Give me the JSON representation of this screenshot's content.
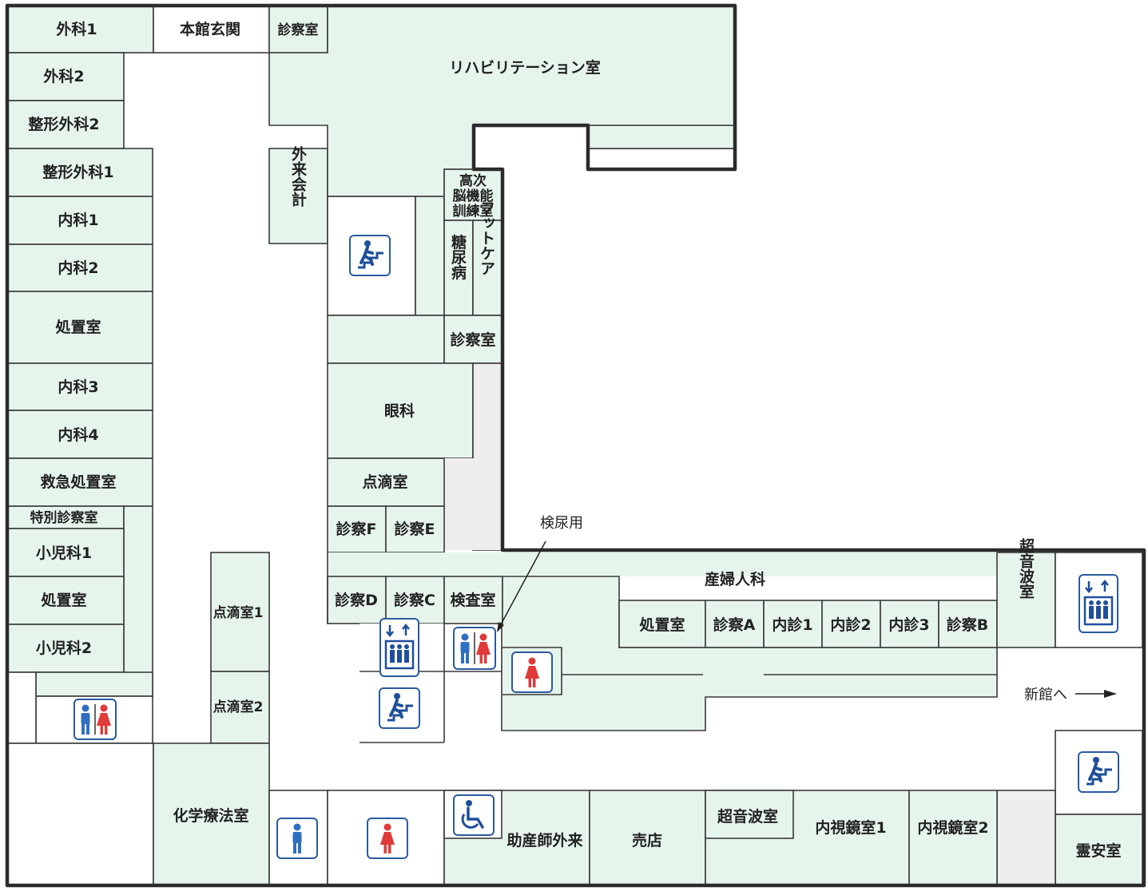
{
  "rooms": {
    "geka1": "外科1",
    "honkan_genkan": "本館玄関",
    "shinsatsu_top": "診察室",
    "rehab": "リハビリテーション室",
    "geka2": "外科2",
    "seikei2": "整形外科2",
    "seikei1": "整形外科1",
    "gairai_kaikei": "外来会計",
    "koji_noukinou": "高次脳機能訓練室",
    "tounyoubyou": "糖尿病",
    "footcare": "フットケア",
    "shinsatsu_mid": "診察室",
    "naika1": "内科1",
    "naika2": "内科2",
    "shochi1": "処置室",
    "naika3": "内科3",
    "naika4": "内科4",
    "ganka": "眼科",
    "kyukyu": "救急処置室",
    "tenteki": "点滴室",
    "tokubetsu": "特別診察室",
    "shinsatsu_f": "診察F",
    "shinsatsu_e": "診察E",
    "shounika1": "小児科1",
    "shochi2": "処置室",
    "shounika2": "小児科2",
    "tenteki1": "点滴室1",
    "tenteki2": "点滴室2",
    "shinsatsu_d": "診察D",
    "shinsatsu_c": "診察C",
    "kensa": "検査室",
    "sanfujinka": "産婦人科",
    "shochi3": "処置室",
    "shinsatsu_a": "診察A",
    "naishin1": "内診1",
    "naishin2": "内診2",
    "naishin3": "内診3",
    "shinsatsu_b": "診察B",
    "chouonpa_v": "超音波室",
    "kagaku": "化学療法室",
    "josanshi": "助産師外来",
    "baiten": "売店",
    "chouonpa": "超音波室",
    "naishikyou1": "内視鏡室1",
    "naishikyou2": "内視鏡室2",
    "reian": "霊安室"
  },
  "annotations": {
    "kennyou": "検尿用",
    "shinkan": "新館へ"
  },
  "icons": {
    "stairs": "stairs-icon",
    "elevator": "elevator-icon",
    "restroom": "restroom-icon",
    "mens": "mens-restroom-icon",
    "womens": "womens-restroom-icon",
    "wheelchair": "wheelchair-icon"
  },
  "colors": {
    "room_fill": "#e6f5ec",
    "wall": "#2b2b2b",
    "male": "#2f6fc0",
    "female": "#e03a3a"
  }
}
